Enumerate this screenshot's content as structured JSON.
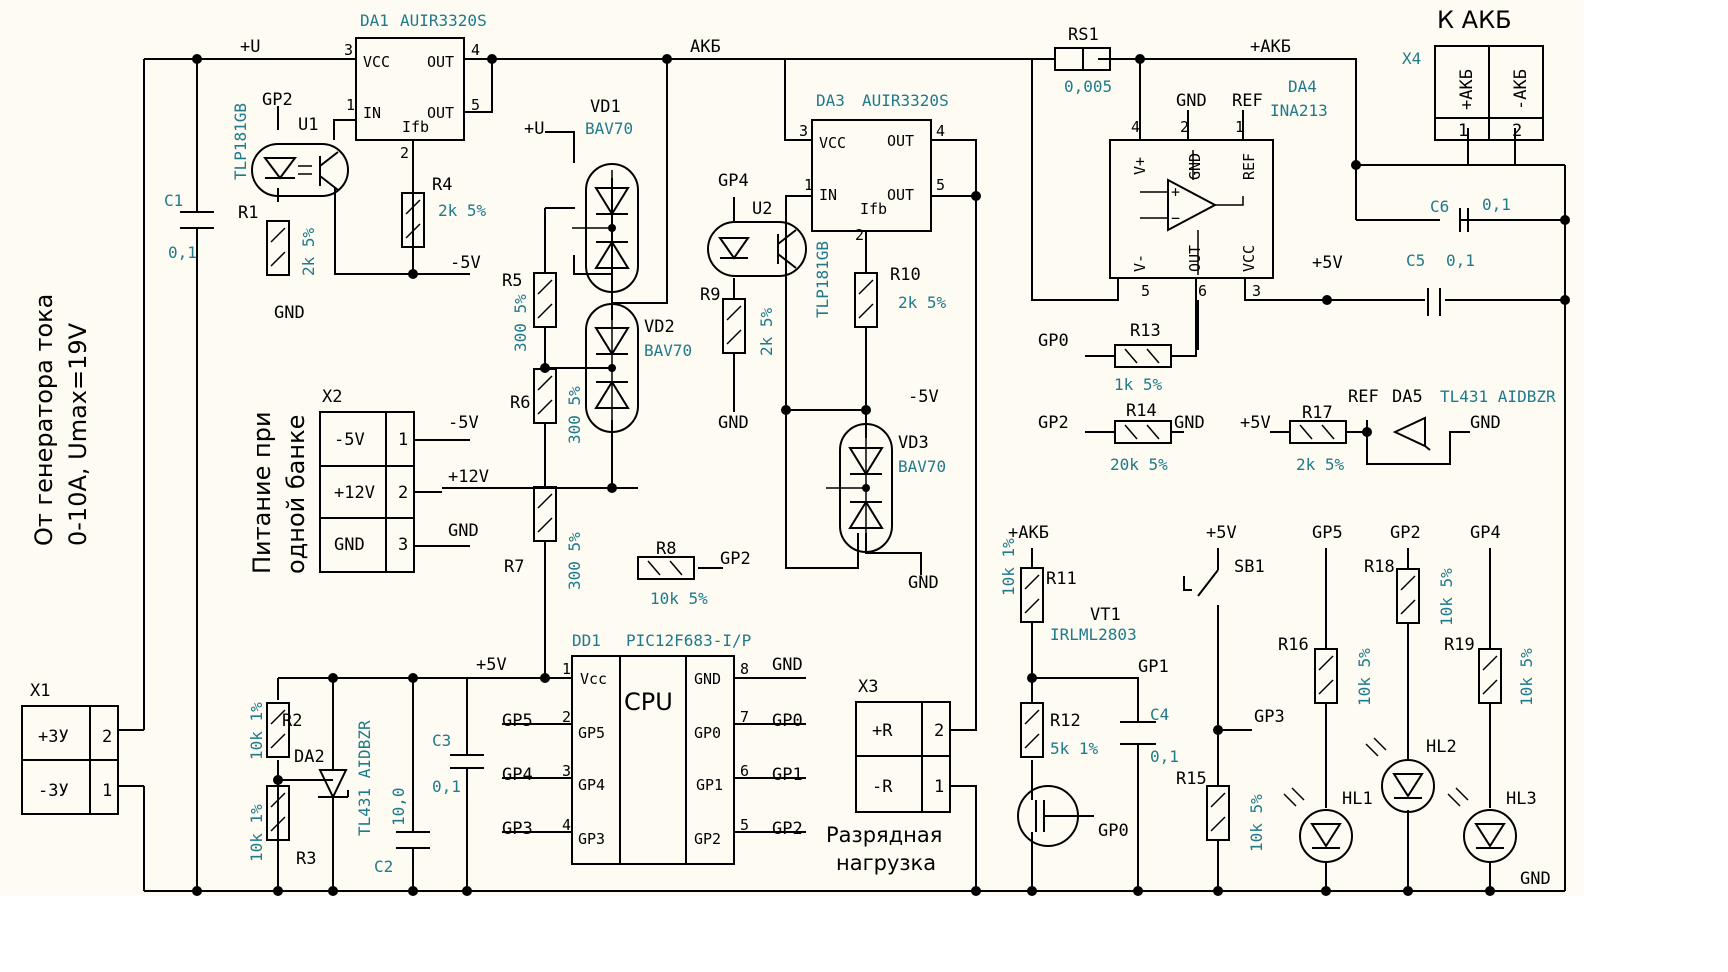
{
  "power": {
    "u_plus": "+U",
    "akb": "АКБ",
    "akb_plus": "+АКБ",
    "minus5v": "-5V",
    "plus5v": "+5V",
    "gnd": "GND",
    "ref": "REF",
    "plus12v": "+12V"
  },
  "da1": {
    "ref": "DA1",
    "part": "AUIR3320S",
    "pins": {
      "vcc": "VCC",
      "in": "IN",
      "out": "OUT",
      "ifb": "Ifb",
      "n3": "3",
      "n1": "1",
      "n4": "4",
      "n5": "5",
      "n2": "2"
    }
  },
  "da3": {
    "ref": "DA3",
    "part": "AUIR3320S"
  },
  "da4": {
    "ref": "DA4",
    "part": "INA213",
    "vplus": "V+",
    "vminus": "V-",
    "gnd_pin": "GND",
    "ref_pin": "REF",
    "out_pin": "OUT",
    "vcc_pin": "VCC",
    "n4": "4",
    "n2": "2",
    "n1": "1",
    "n5": "5",
    "n6": "6",
    "n3": "3"
  },
  "da5": {
    "ref": "DA5",
    "part": "TL431 AIDBZR"
  },
  "da2": {
    "ref": "DA2",
    "part": "TL431 AIDBZR"
  },
  "dd1": {
    "ref": "DD1",
    "part": "PIC12F683-I/P",
    "cpu": "CPU",
    "left_pins": [
      {
        "n": "1",
        "name": "Vcc"
      },
      {
        "n": "2",
        "name": "GP5"
      },
      {
        "n": "3",
        "name": "GP4"
      },
      {
        "n": "4",
        "name": "GP3"
      }
    ],
    "right_pins": [
      {
        "n": "8",
        "name": "GND"
      },
      {
        "n": "7",
        "name": "GP0"
      },
      {
        "n": "6",
        "name": "GP1"
      },
      {
        "n": "5",
        "name": "GP2"
      }
    ]
  },
  "u1": {
    "ref": "U1",
    "part": "TLP181GB",
    "net": "GP2"
  },
  "u2": {
    "ref": "U2",
    "part": "TLP181GB",
    "net": "GP4"
  },
  "vd1": {
    "ref": "VD1",
    "part": "BAV70"
  },
  "vd2": {
    "ref": "VD2",
    "part": "BAV70"
  },
  "vd3": {
    "ref": "VD3",
    "part": "BAV70"
  },
  "vt1": {
    "ref": "VT1",
    "part": "IRLML2803"
  },
  "sb1": {
    "ref": "SB1"
  },
  "resistors": {
    "r1": {
      "ref": "R1",
      "val": "2k 5%"
    },
    "r2": {
      "ref": "R2",
      "val": "10k 1%"
    },
    "r3": {
      "ref": "R3",
      "val": "10k 1%"
    },
    "r4": {
      "ref": "R4",
      "val": "2k 5%"
    },
    "r5": {
      "ref": "R5",
      "val": "300 5%"
    },
    "r6": {
      "ref": "R6",
      "val": "300 5%"
    },
    "r7": {
      "ref": "R7",
      "val": "300 5%"
    },
    "r8": {
      "ref": "R8",
      "val": "10k 5%"
    },
    "r9": {
      "ref": "R9",
      "val": "2k 5%"
    },
    "r10": {
      "ref": "R10",
      "val": "2k 5%"
    },
    "r11": {
      "ref": "R11",
      "val": "10k 1%"
    },
    "r12": {
      "ref": "R12",
      "val": "5k 1%"
    },
    "r13": {
      "ref": "R13",
      "val": "1k 5%"
    },
    "r14": {
      "ref": "R14",
      "val": "20k 5%"
    },
    "r15": {
      "ref": "R15",
      "val": "10k 5%"
    },
    "r16": {
      "ref": "R16",
      "val": "10k 5%"
    },
    "r17": {
      "ref": "R17",
      "val": "2k 5%"
    },
    "r18": {
      "ref": "R18",
      "val": "10k 5%"
    },
    "r19": {
      "ref": "R19",
      "val": "10k 5%"
    },
    "rs1": {
      "ref": "RS1",
      "val": "0,005"
    }
  },
  "caps": {
    "c1": {
      "ref": "C1",
      "val": "0,1"
    },
    "c2": {
      "ref": "C2",
      "val": "10,0"
    },
    "c3": {
      "ref": "C3",
      "val": "0,1"
    },
    "c4": {
      "ref": "C4",
      "val": "0,1"
    },
    "c5": {
      "ref": "C5",
      "val": "0,1"
    },
    "c6": {
      "ref": "C6",
      "val": "0,1"
    }
  },
  "leds": {
    "hl1": "HL1",
    "hl2": "HL2",
    "hl3": "HL3"
  },
  "nets": {
    "gp0": "GP0",
    "gp1": "GP1",
    "gp2": "GP2",
    "gp3": "GP3",
    "gp4": "GP4",
    "gp5": "GP5"
  },
  "x1": {
    "ref": "X1",
    "rows": [
      {
        "label": "+3У",
        "n": "2"
      },
      {
        "label": "-3У",
        "n": "1"
      }
    ]
  },
  "x2": {
    "ref": "X2",
    "rows": [
      {
        "label": "-5V",
        "n": "1"
      },
      {
        "label": "+12V",
        "n": "2"
      },
      {
        "label": "GND",
        "n": "3"
      }
    ],
    "caption_1": "Питание при",
    "caption_2": "одной банке"
  },
  "x3": {
    "ref": "X3",
    "rows": [
      {
        "label": "+R",
        "n": "2"
      },
      {
        "label": "-R",
        "n": "1"
      }
    ],
    "caption_1": "Разрядная",
    "caption_2": "нагрузка"
  },
  "x4": {
    "ref": "X4",
    "title": "К АКБ",
    "cols": [
      {
        "label": "+АКБ",
        "n": "1"
      },
      {
        "label": "-АКБ",
        "n": "2"
      }
    ]
  },
  "source": {
    "line_1": "От генератора тока",
    "line_2": "0-10A, Umax=19V"
  }
}
